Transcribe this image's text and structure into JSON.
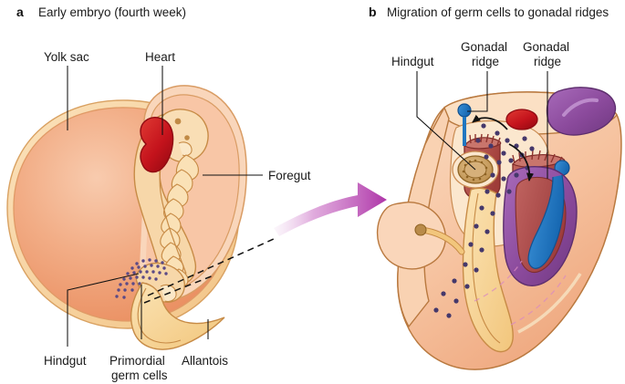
{
  "figure": {
    "panels": [
      {
        "letter": "a",
        "title": "Early embryo (fourth week)",
        "labels": [
          {
            "name": "yolk-sac",
            "text": "Yolk sac"
          },
          {
            "name": "heart",
            "text": "Heart"
          },
          {
            "name": "foregut",
            "text": "Foregut"
          },
          {
            "name": "hindgut",
            "text": "Hindgut"
          },
          {
            "name": "primordial-germ-cells",
            "text": "Primordial",
            "text2": "germ cells"
          },
          {
            "name": "allantois",
            "text": "Allantois"
          }
        ]
      },
      {
        "letter": "b",
        "title": "Migration of germ cells to gonadal ridges",
        "labels": [
          {
            "name": "hindgut",
            "text": "Hindgut"
          },
          {
            "name": "gonadal-ridge-left",
            "text": "Gonadal",
            "text2": "ridge"
          },
          {
            "name": "gonadal-ridge-right",
            "text": "Gonadal",
            "text2": "ridge"
          }
        ]
      }
    ],
    "colors": {
      "yolk_sac_fill": "#F0A882",
      "yolk_sac_edge": "#E8A868",
      "yolk_sac_rim": "#F7D9A8",
      "embryo_body": "#F8C9A8",
      "embryo_tan": "#F5D9A8",
      "heart_red": "#C21A22",
      "germ_cell_purple": "#5B4A86",
      "arrow_magenta": "#B63FB0",
      "gonadal_ridge_dark_red": "#A9443F",
      "mesonephros_purple": "#8B4A9C",
      "duct_blue": "#2077C0",
      "hindgut_brown": "#B98B4A",
      "outline_brown": "#9A6A33",
      "amnion_peach": "#F6C6A4"
    }
  }
}
